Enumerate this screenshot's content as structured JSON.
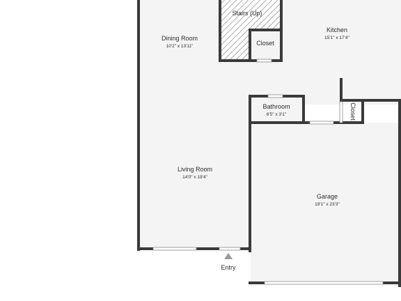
{
  "rooms": [
    {
      "name": "Stairs (Up)",
      "dims": ""
    },
    {
      "name": "Closet",
      "dims": ""
    },
    {
      "name": "Dining Room",
      "dims": "10'2\" x 13'11\""
    },
    {
      "name": "Kitchen",
      "dims": "15'1\" x 17'4\""
    },
    {
      "name": "Bathroom",
      "dims": "6'5\" x 3'1\""
    },
    {
      "name": "Closet",
      "dims": ""
    },
    {
      "name": "Living Room",
      "dims": "14'0\" x 19'4\""
    },
    {
      "name": "Garage",
      "dims": "19'1\" x 23'3\""
    }
  ],
  "entry": {
    "label": "Entry"
  }
}
